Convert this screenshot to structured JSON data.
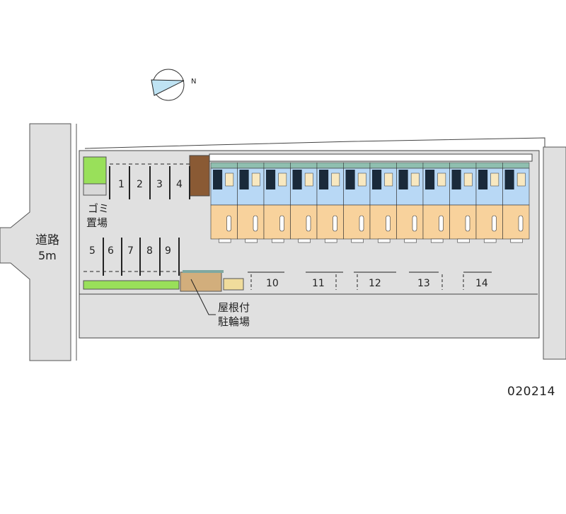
{
  "map": {
    "road_label_line1": "道路",
    "road_label_line2": "5m",
    "garbage_label_line1": "ゴミ",
    "garbage_label_line2": "置場",
    "bike_label_line1": "屋根付",
    "bike_label_line2": "駐輪場",
    "compass_label": "N",
    "parking_spaces": [
      "1",
      "2",
      "3",
      "4",
      "5",
      "6",
      "7",
      "8",
      "9",
      "10",
      "11",
      "12",
      "13",
      "14"
    ],
    "property_code": "020214",
    "unit_count": 12
  },
  "colors": {
    "ground": "#e0e0e0",
    "green": "#99e05a",
    "unit_upper": "#b8d8f5",
    "unit_lower": "#f8d29c",
    "bike_shed": "#d2ae7c",
    "compass_fill": "#bfe3f3"
  }
}
